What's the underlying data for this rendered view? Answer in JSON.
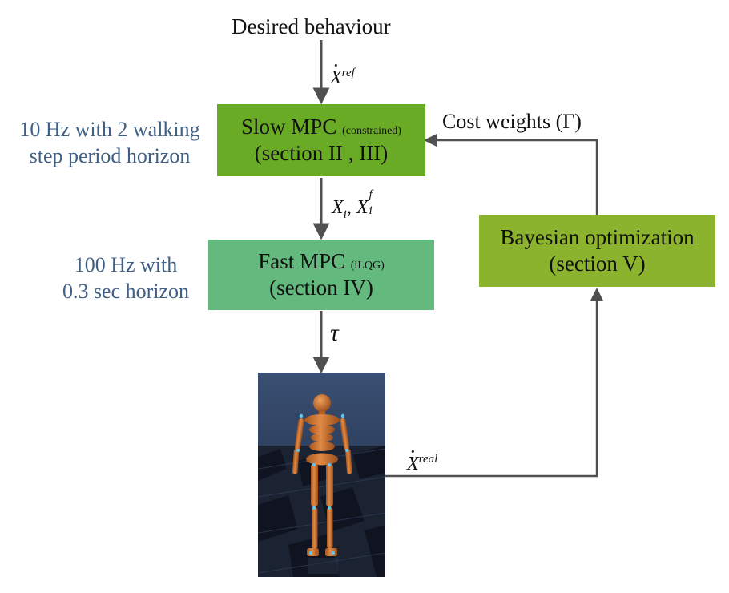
{
  "diagram": {
    "input_label": "Desired behaviour",
    "ref_signal": {
      "symbol": "X",
      "superscript": "ref"
    },
    "slow_mpc": {
      "title": "Slow MPC",
      "qualifier": "(constrained)",
      "section": "(section II , III)",
      "color": "#6aab25"
    },
    "slow_note": {
      "line1": "10 Hz with 2 walking",
      "line2": "step period horizon"
    },
    "slow_to_fast_signal": {
      "symbol_a": "X",
      "sub_a": "i",
      "separator": ", ",
      "symbol_b": "X",
      "sup_b": "f",
      "sub_b": "i"
    },
    "fast_mpc": {
      "title": "Fast MPC",
      "qualifier": "(iLQG)",
      "section": "(section IV)",
      "color": "#64b97e"
    },
    "fast_note": {
      "line1": "100 Hz with",
      "line2": "0.3 sec horizon"
    },
    "torque_symbol": "τ",
    "real_signal": {
      "symbol": "X",
      "superscript": "real"
    },
    "bayes": {
      "title": "Bayesian optimization",
      "section": "(section V)",
      "color": "#8bb32d"
    },
    "cost_weights_label": "Cost weights (Γ)",
    "note_color": "#3f5f84",
    "arrow_color": "#505050"
  }
}
